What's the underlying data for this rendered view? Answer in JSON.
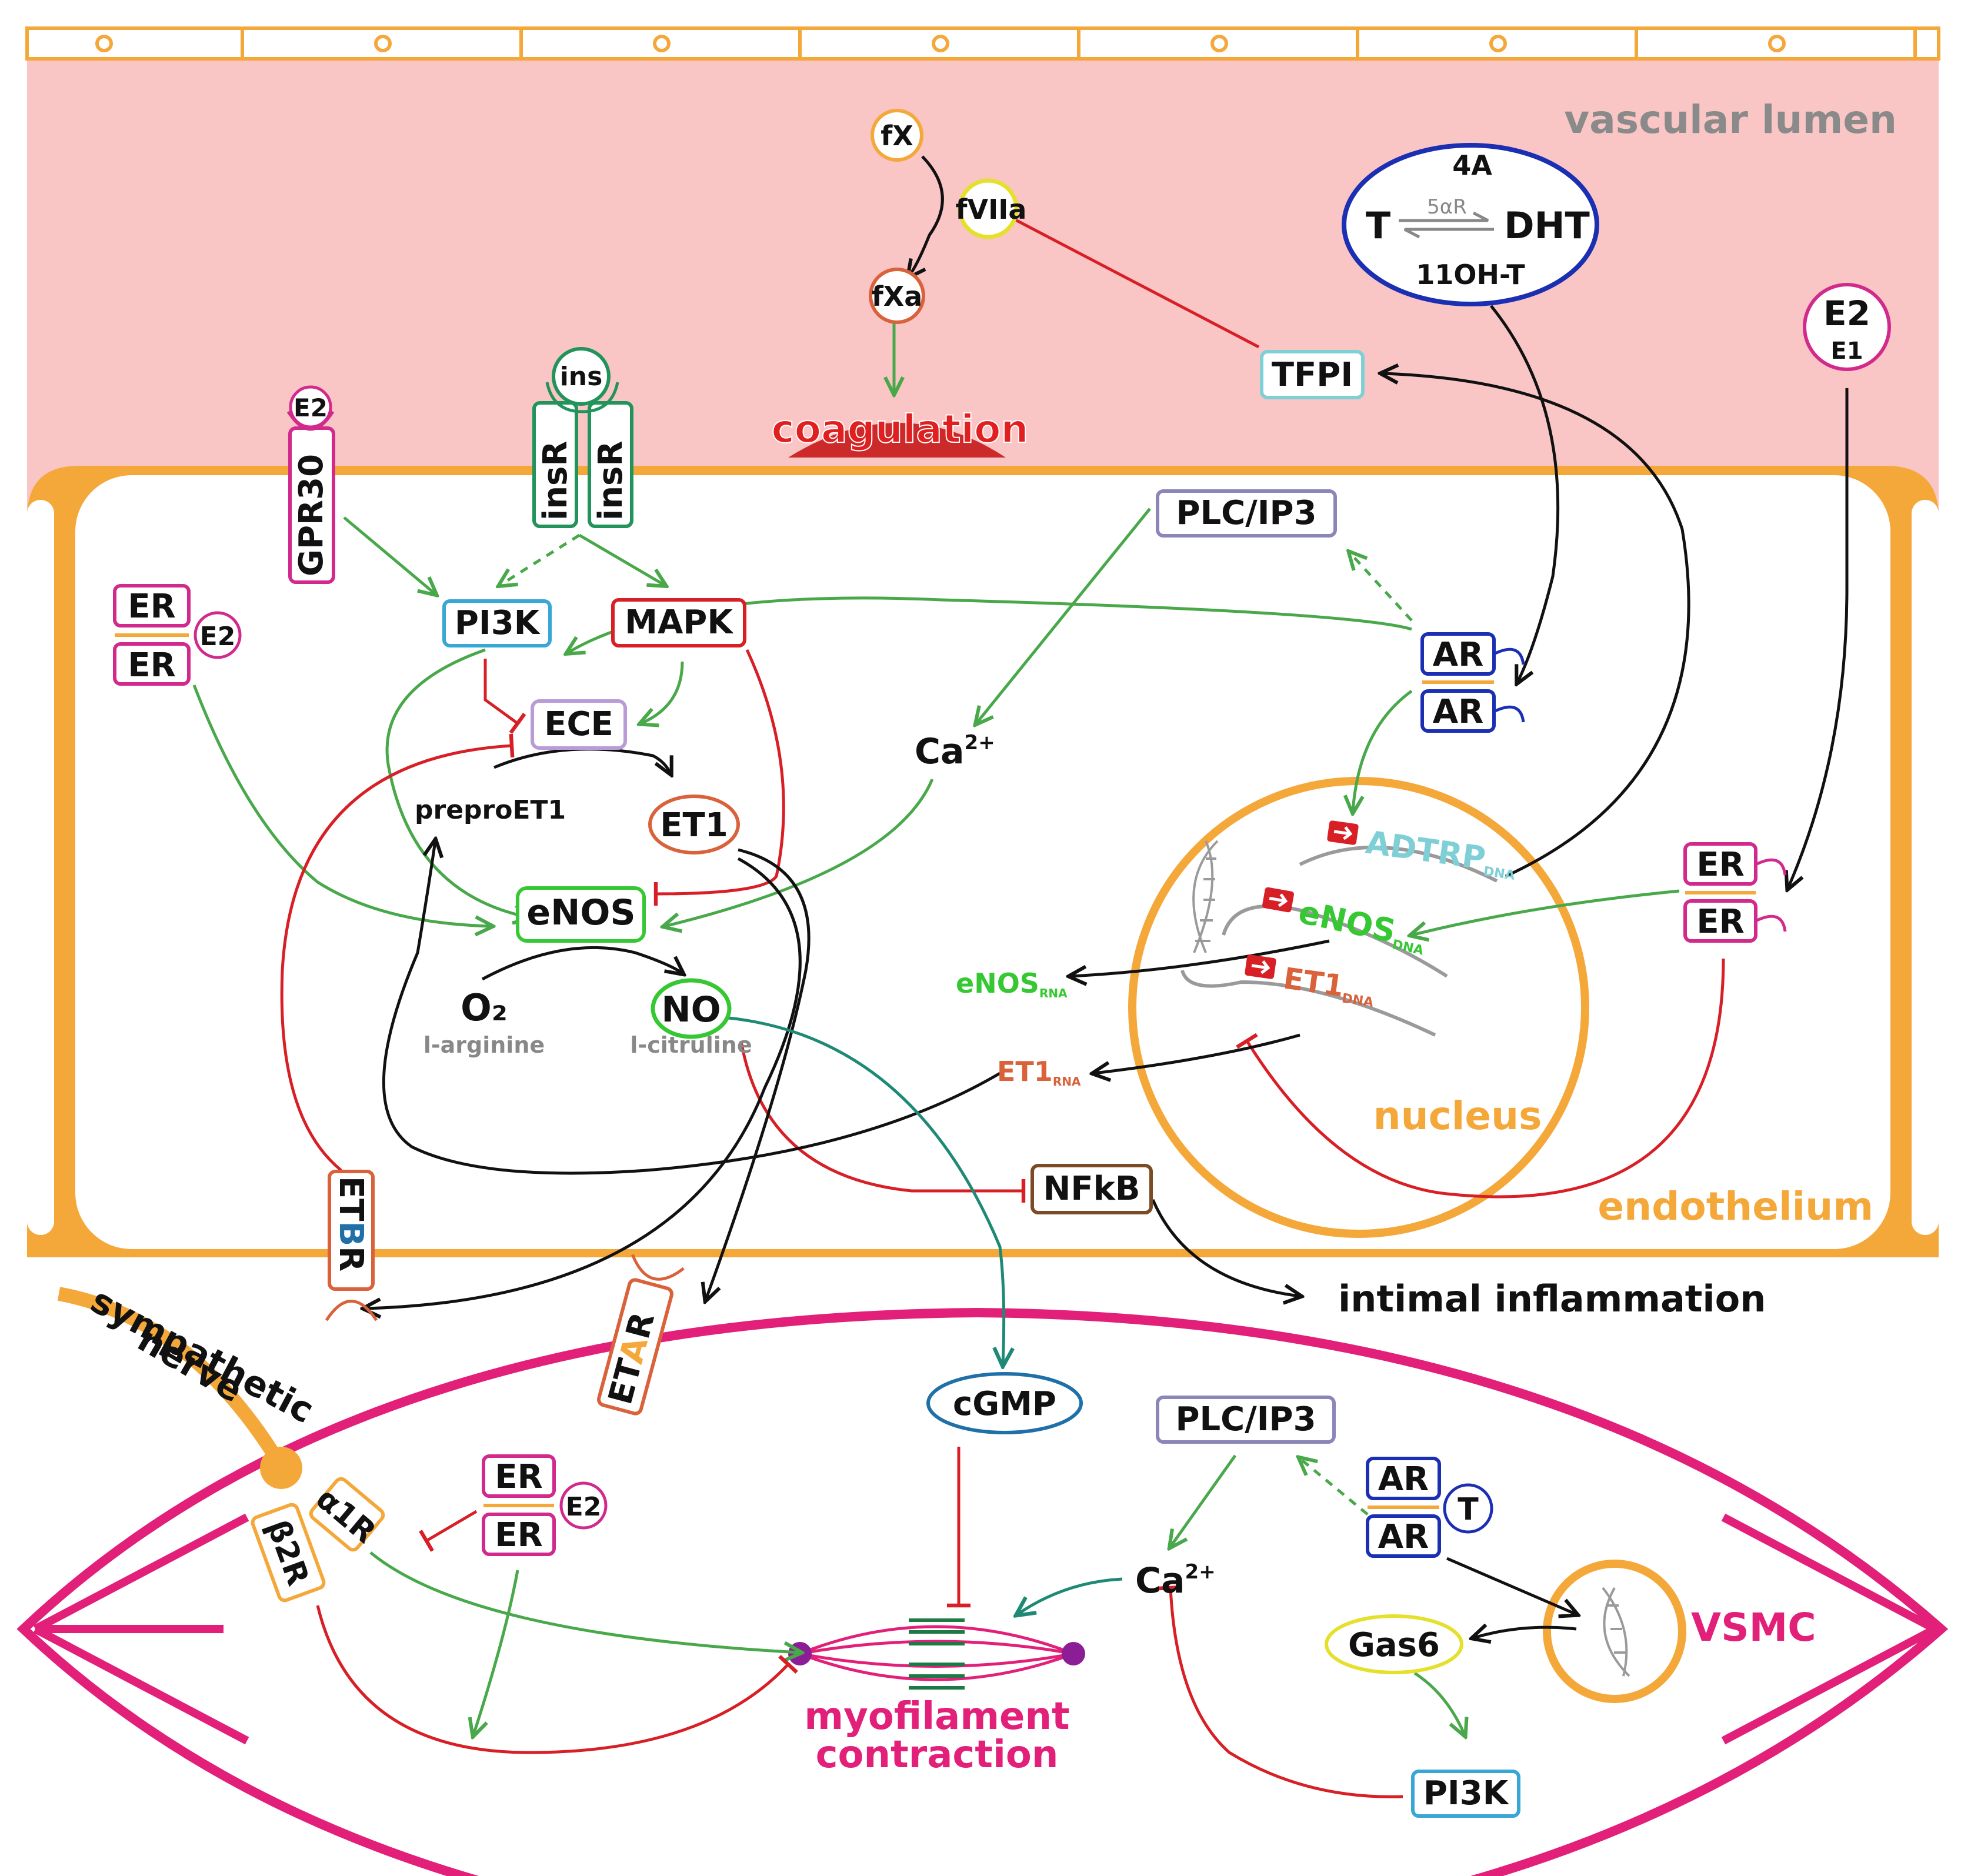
{
  "colors": {
    "lumen": "#f9c5c5",
    "membrane": "#f5a83a",
    "vsmc": "#e21f79",
    "activate": "#48a84a",
    "inhibit": "#d81f26",
    "black": "#111111",
    "estrogen": "#d12a8c",
    "androgen": "#1b2fb3",
    "insulin": "#22935a",
    "plc": "#8b86b8",
    "pi3k": "#39a7d5",
    "ece": "#b99bd6",
    "et": "#d9623a",
    "nfkb": "#7a4b24",
    "tfpi": "#7fcfd6",
    "gas6": "#e4e02b",
    "enos": "#35c832",
    "grey": "#888888",
    "cgmp": "#1f6fa8"
  },
  "compartments": {
    "lumen": "vascular lumen",
    "endothelium": "endothelium",
    "nucleus": "nucleus",
    "vsmc": "VSMC",
    "nerve_line1": "sympathetic",
    "nerve_line2": "nerve"
  },
  "coagulation": {
    "fX": "fX",
    "fVIIa": "fVIIa",
    "fXa": "fXa",
    "label": "coagulation",
    "tfpi": "TFPI"
  },
  "androgens": {
    "top": "4A",
    "t": "T",
    "enzyme": "5αR",
    "dht": "DHT",
    "bottom": "11OH-T"
  },
  "estrogens": {
    "e2": "E2",
    "e1": "E1"
  },
  "receptors": {
    "gpr30": "GPR30",
    "e2": "E2",
    "ins": "ins",
    "insR": "insR",
    "er": "ER",
    "ar": "AR",
    "t": "T",
    "etb_prefix": "ET",
    "etb_b": "B",
    "etb_r": "R",
    "eta_prefix": "ET",
    "eta_a": "A",
    "eta_r": "R",
    "a1r": "α1R",
    "b2r": "β2R"
  },
  "endo_nodes": {
    "pi3k": "PI3K",
    "mapk": "MAPK",
    "ece": "ECE",
    "plc": "PLC/IP3",
    "ca": "Ca",
    "ca_sup": "2+",
    "preproet1": "preproET1",
    "et1": "ET1",
    "enos": "eNOS",
    "o2": "O₂",
    "larg": "l-arginine",
    "no": "NO",
    "lcit": "l-citruline",
    "nfkb": "NFkB",
    "intimal": "intimal inflammation"
  },
  "genes": {
    "adtrp": "ADTRP",
    "enos": "eNOS",
    "et1": "ET1",
    "dna": "DNA",
    "rna": "RNA",
    "enos_rna": "eNOS",
    "et1_rna": "ET1"
  },
  "vsmc_nodes": {
    "cgmp": "cGMP",
    "plc": "PLC/IP3",
    "ca": "Ca",
    "ca_sup": "2+",
    "gas6": "Gas6",
    "pi3k": "PI3K",
    "myo_line1": "myofilament",
    "myo_line2": "contraction"
  }
}
